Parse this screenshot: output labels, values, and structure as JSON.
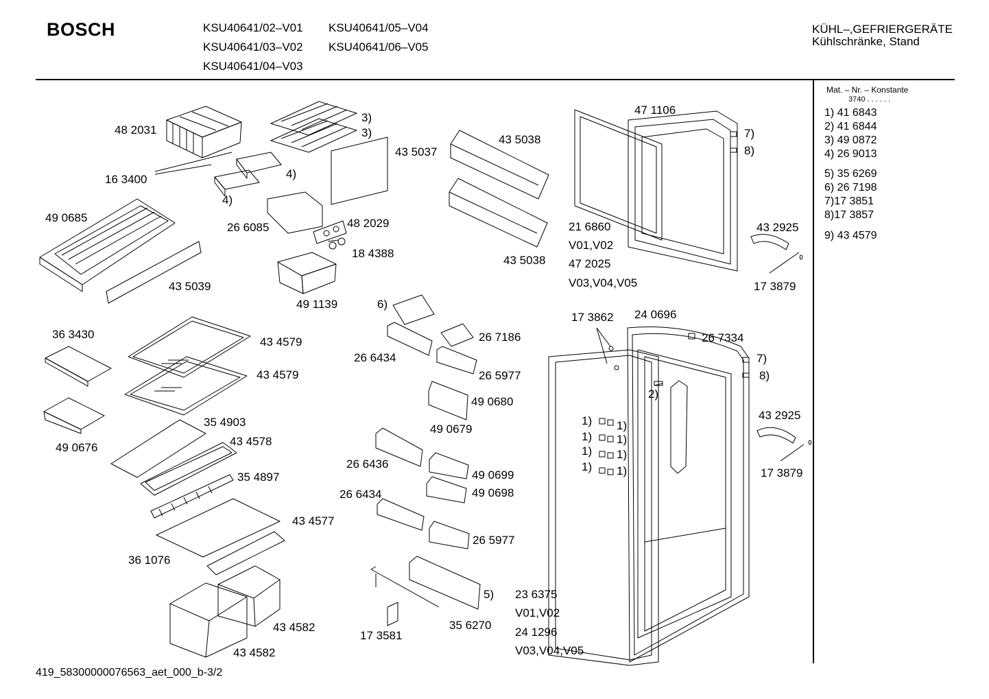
{
  "header": {
    "brand": "BOSCH",
    "models": [
      "KSU40641/02–V01",
      "KSU40641/05–V04",
      "KSU40641/03–V02",
      "KSU40641/06–V05",
      "KSU40641/04–V03"
    ],
    "category_line1": "KÜHL–,GEFRIERGERÄTE",
    "category_line2": "Kühlschränke, Stand"
  },
  "legend": {
    "title": "Mat. – Nr. – Konstante",
    "constant": "3740 . . . . . .",
    "items": [
      "1) 41 6843",
      "2) 41 6844",
      "3) 49 0872",
      "4) 26 9013",
      "5) 35 6269",
      "6) 26 7198",
      "7)17 3851",
      "8)17 3857",
      "9) 43 4579"
    ]
  },
  "labels": [
    "48 2031",
    "3)",
    "3)",
    "43 5037",
    "43 5038",
    "47 1106",
    "7)",
    "8)",
    "16 3400",
    "4)",
    "4)",
    "49 0685",
    "26 6085",
    "48 2029",
    "18 4388",
    "43 5038",
    "21 6860",
    "V01,V02",
    "47 2025",
    "V03,V04,V05",
    "43 2925",
    "17 3879",
    "43 5039",
    "49 1139",
    "6)",
    "17 3862",
    "24 0696",
    "36 3430",
    "43 4579",
    "26 7186",
    "26 7334",
    "7)",
    "8)",
    "26 6434",
    "26 5977",
    "43 4579",
    "2)",
    "49 0680",
    "49 0676",
    "35 4903",
    "49 0679",
    "43 2925",
    "43 4578",
    "1)",
    "1)",
    "1)",
    "1)",
    "1)",
    "1)",
    "1)",
    "1)",
    "26 6436",
    "49 0699",
    "17 3879",
    "35 4897",
    "26 6434",
    "49 0698",
    "43 4577",
    "26 5977",
    "36 1076",
    "5)",
    "23 6375",
    "V01,V02",
    "43 4582",
    "24 1296",
    "17 3581",
    "35 6270",
    "43 4582",
    "V03,V04,V05"
  ],
  "footer": {
    "code": "419_58300000076563_aet_000_b",
    "page": "-3/2"
  }
}
